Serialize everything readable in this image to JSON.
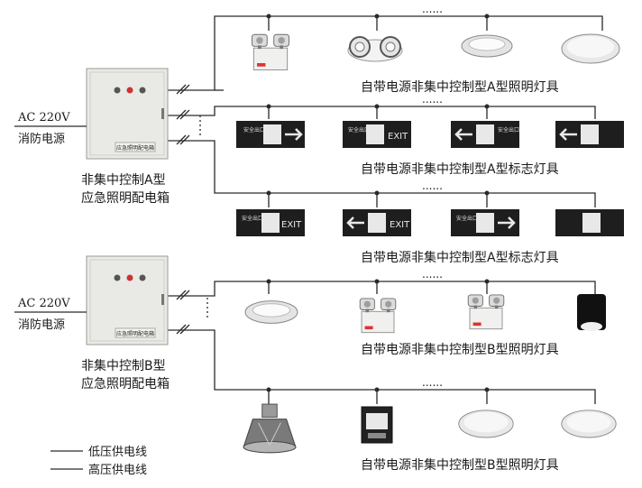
{
  "colors": {
    "line": "#2a2a2a",
    "box_fill": "#e9e9e6",
    "box_stroke": "#9a9a96",
    "sign_bg": "#1e1e1e",
    "sign_green": "#e8e8e8",
    "lamp_light": "#f1f1f1",
    "lamp_gray": "#bdbdbd",
    "text": "#1a1a1a"
  },
  "box_a": {
    "label_plate": "应急照明配电箱",
    "power_top": "AC 220V",
    "power_bottom": "消防电源",
    "name_line1": "非集中控制A型",
    "name_line2": "应急照明配电箱"
  },
  "box_b": {
    "label_plate": "应急照明配电箱",
    "power_top": "AC 220V",
    "power_bottom": "消防电源",
    "name_line1": "非集中控制B型",
    "name_line2": "应急照明配电箱"
  },
  "rows": [
    {
      "caption": "自带电源非集中控制型A型照明灯具",
      "dots": "......"
    },
    {
      "caption": "自带电源非集中控制型A型标志灯具",
      "dots": "......"
    },
    {
      "caption": "自带电源非集中控制型A型标志灯具",
      "dots": "......"
    },
    {
      "caption": "自带电源非集中控制型B型照明灯具",
      "dots": "......"
    },
    {
      "caption": "自带电源非集中控制型B型照明灯具",
      "dots": "......"
    }
  ],
  "sign_texts": {
    "safe_exit": "安全出口",
    "exit": "EXIT"
  },
  "legend": [
    {
      "label": "低压供电线"
    },
    {
      "label": "高压供电线"
    }
  ],
  "icons": {
    "twin_spot": "twin-head-emergency-lamp-icon",
    "downlight": "ceiling-downlight-icon",
    "exit_sign": "exit-sign-icon",
    "high_bay": "high-bay-lamp-icon",
    "cylinder": "cylinder-downlight-icon"
  }
}
